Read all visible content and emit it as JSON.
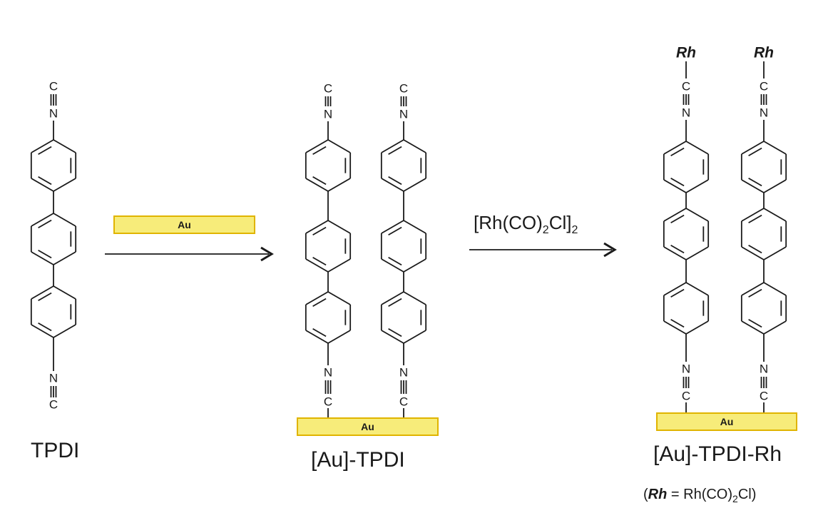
{
  "atoms": {
    "carbon": "C",
    "nitrogen": "N",
    "rhodium": "Rh"
  },
  "substrate": {
    "label": "Au"
  },
  "reagent": {
    "main": "[Rh(CO)",
    "sub1": "2",
    "mid": "Cl]",
    "sub2": "2"
  },
  "labels": {
    "tpdi": "TPDI",
    "au_tpdi": "[Au]-TPDI",
    "au_tpdi_rh": "[Au]-TPDI-Rh"
  },
  "definition": {
    "open": "(",
    "symbol": "Rh",
    "eq": " = Rh(CO)",
    "sub": "2",
    "close": "Cl)"
  },
  "colors": {
    "gold_fill": "#f7ec7a",
    "gold_border": "#e0b400",
    "ink": "#1a1a1a"
  }
}
